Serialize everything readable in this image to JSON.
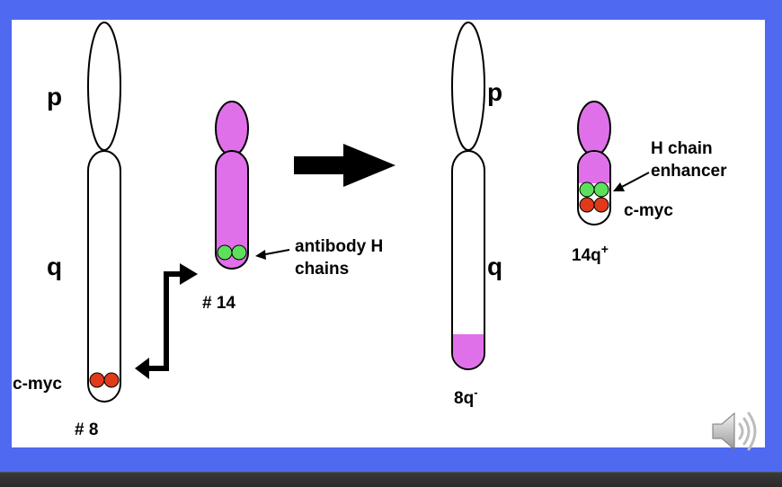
{
  "colors": {
    "frame": "#4f69f0",
    "panel": "#ffffff",
    "chromosome_14": "#e070ea",
    "green_locus": "#5ce05c",
    "red_locus": "#e03a1a",
    "outline": "#000000"
  },
  "labels": {
    "chr8_p": "p",
    "chr8_q": "q",
    "chr8_cmyc": "c-myc",
    "chr8_number": "# 8",
    "chr14_number": "# 14",
    "chr14_antibody_line1": "antibody H",
    "chr14_antibody_line2": "chains",
    "der8_p": "p",
    "der8_q": "q",
    "der8_name": "8q",
    "der8_sup": "-",
    "der14_enhancer_line1": "H chain",
    "der14_enhancer_line2": "enhancer",
    "der14_cmyc": "c-myc",
    "der14_name": "14q",
    "der14_sup": "+"
  },
  "icons": {
    "arrow": "right-arrow-icon",
    "swap": "exchange-arrow-icon",
    "speaker": "speaker-icon"
  }
}
